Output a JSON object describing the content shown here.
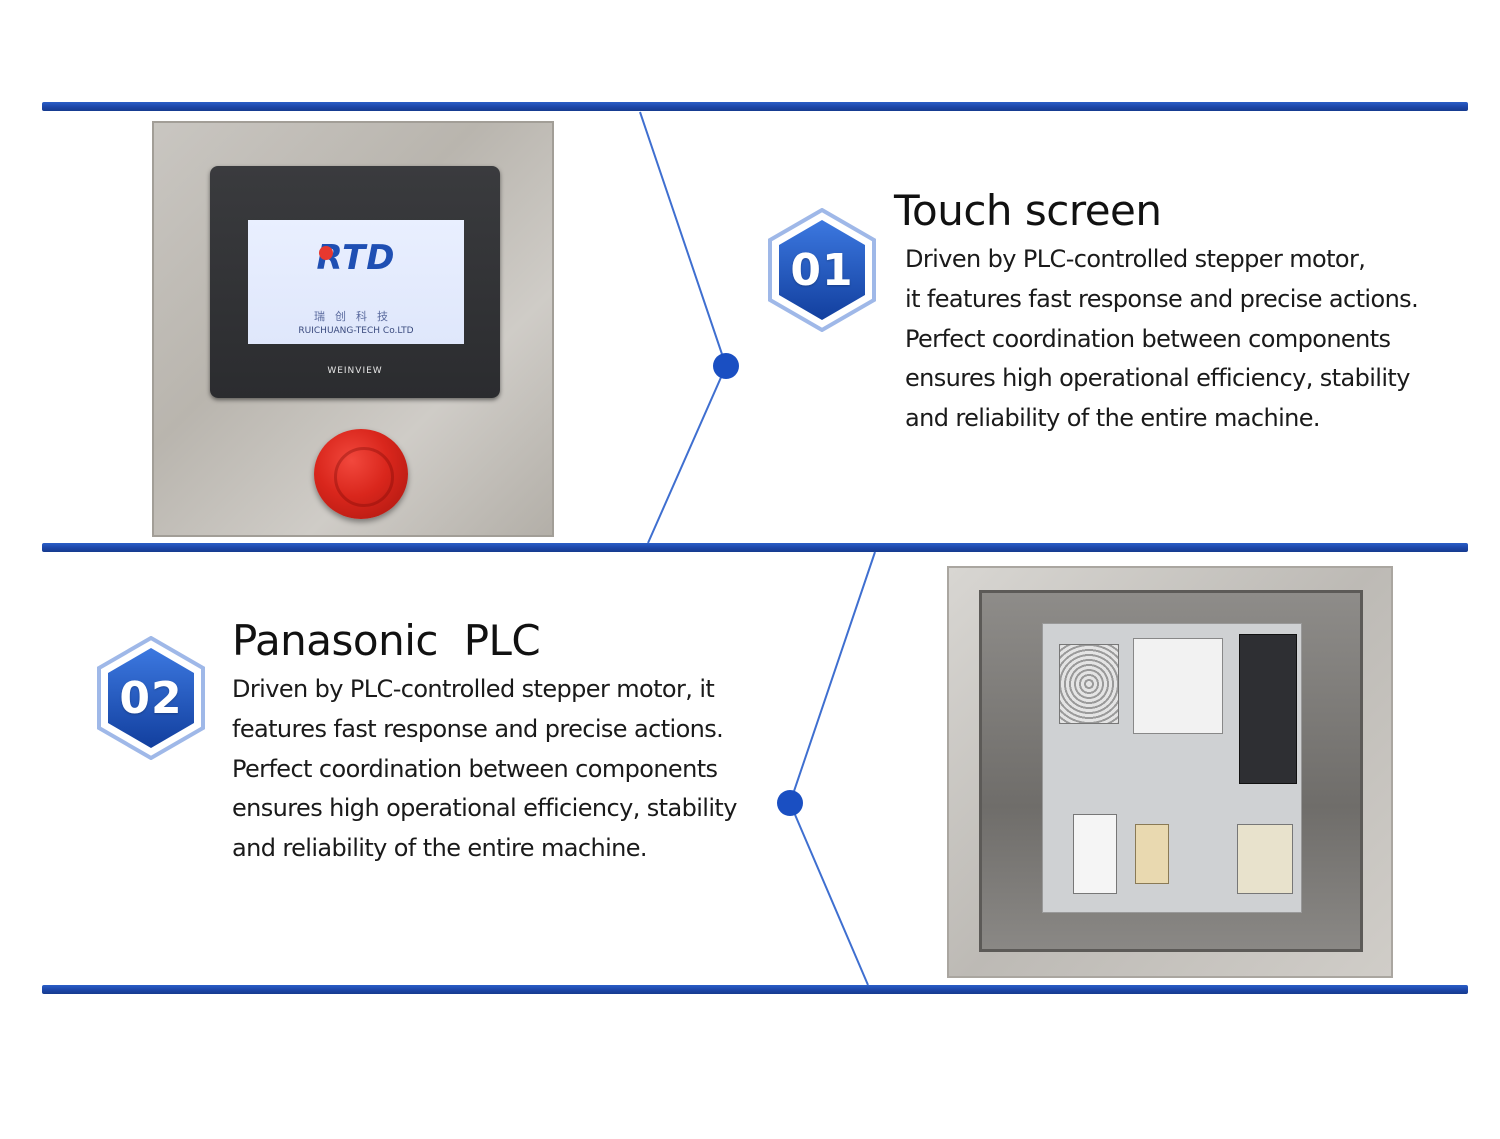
{
  "sections": [
    {
      "number": "01",
      "title": "Touch screen",
      "lines": [
        "Driven by PLC-controlled stepper motor,",
        "it features fast response and precise actions.",
        "Perfect coordination between components",
        "ensures high operational efficiency, stability",
        "and reliability of the entire machine."
      ]
    },
    {
      "number": "02",
      "title": "Panasonic  PLC",
      "lines": [
        "Driven by PLC-controlled stepper motor, it",
        "features fast response and precise actions.",
        "Perfect coordination between components",
        "ensures high operational efficiency, stability",
        "and reliability of the entire machine."
      ]
    }
  ],
  "hmi": {
    "logo": "RTD",
    "company_cn": "瑞创科技",
    "company_en": "RUICHUANG-TECH Co.LTD",
    "brand": "WEINVIEW"
  },
  "colors": {
    "accent": "#1c46a8",
    "dot": "#1a4fc2",
    "connector": "#3f6fd0",
    "estop": "#d9261c"
  }
}
